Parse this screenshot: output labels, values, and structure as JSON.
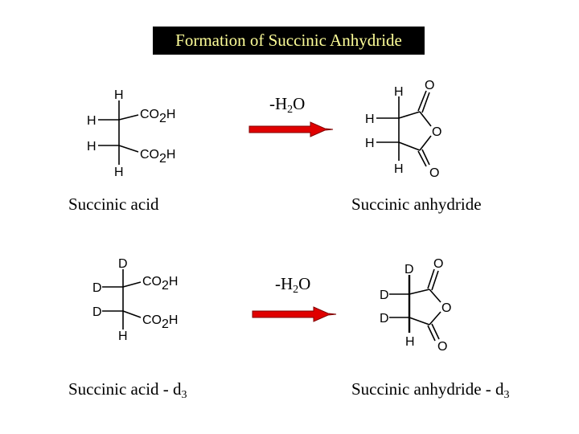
{
  "title": "Formation of Succinic Anhydride",
  "colors": {
    "title_bg": "#000000",
    "title_text": "#ffff99",
    "arrow": "#e00000",
    "arrow_outline": "#800000"
  },
  "reactions": [
    {
      "reagent": {
        "prefix": "-H",
        "sub": "2",
        "suffix": "O"
      },
      "reactant": {
        "name": "Succinic acid",
        "atoms": {
          "top": "H",
          "left_upper": "H",
          "left_lower": "H",
          "bottom": "H",
          "group_upper": "CO",
          "group_upper_sub": "2",
          "group_upper_end": "H",
          "group_lower": "CO",
          "group_lower_sub": "2",
          "group_lower_end": "H"
        }
      },
      "product": {
        "name": "Succinic anhydride",
        "atoms": {
          "top": "H",
          "left_upper": "H",
          "left_lower": "H",
          "bottom": "H",
          "o_top": "O",
          "o_ring": "O",
          "o_bottom": "O"
        }
      }
    },
    {
      "reagent": {
        "prefix": "-H",
        "sub": "2",
        "suffix": "O"
      },
      "reactant": {
        "name": "Succinic acid - d",
        "name_sub": "3",
        "atoms": {
          "top": "D",
          "left_upper": "D",
          "left_lower": "D",
          "bottom": "H",
          "group_upper": "CO",
          "group_upper_sub": "2",
          "group_upper_end": "H",
          "group_lower": "CO",
          "group_lower_sub": "2",
          "group_lower_end": "H"
        }
      },
      "product": {
        "name": "Succinic anhydride - d",
        "name_sub": "3",
        "atoms": {
          "top": "D",
          "left_upper": "D",
          "left_lower": "D",
          "bottom": "H",
          "o_top": "O",
          "o_ring": "O",
          "o_bottom": "O"
        }
      }
    }
  ]
}
